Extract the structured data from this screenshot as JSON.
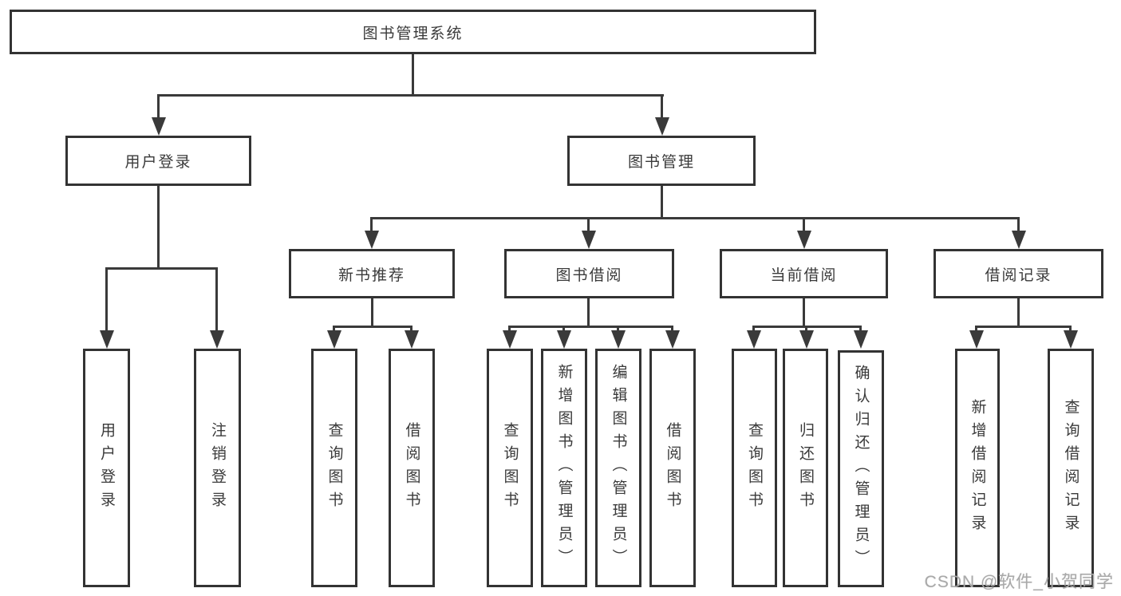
{
  "diagram": {
    "root": {
      "label": "图书管理系统"
    },
    "level2": {
      "user_login": {
        "label": "用户登录",
        "children": [
          {
            "label": "用户登录"
          },
          {
            "label": "注销登录"
          }
        ]
      },
      "book_management": {
        "label": "图书管理",
        "children": [
          {
            "label": "新书推荐",
            "children": [
              {
                "label": "查询图书"
              },
              {
                "label": "借阅图书"
              }
            ]
          },
          {
            "label": "图书借阅",
            "children": [
              {
                "label": "查询图书"
              },
              {
                "label": "新增图书（管理员）"
              },
              {
                "label": "编辑图书（管理员）"
              },
              {
                "label": "借阅图书"
              }
            ]
          },
          {
            "label": "当前借阅",
            "children": [
              {
                "label": "查询图书"
              },
              {
                "label": "归还图书"
              },
              {
                "label": "确认归还（管理员）"
              }
            ]
          },
          {
            "label": "借阅记录",
            "children": [
              {
                "label": "新增借阅记录"
              },
              {
                "label": "查询借阅记录"
              }
            ]
          }
        ]
      }
    },
    "line_color": "#3a3a3a",
    "border_color": "#333333"
  },
  "watermark": {
    "text": "CSDN @软件_小贺同学"
  }
}
